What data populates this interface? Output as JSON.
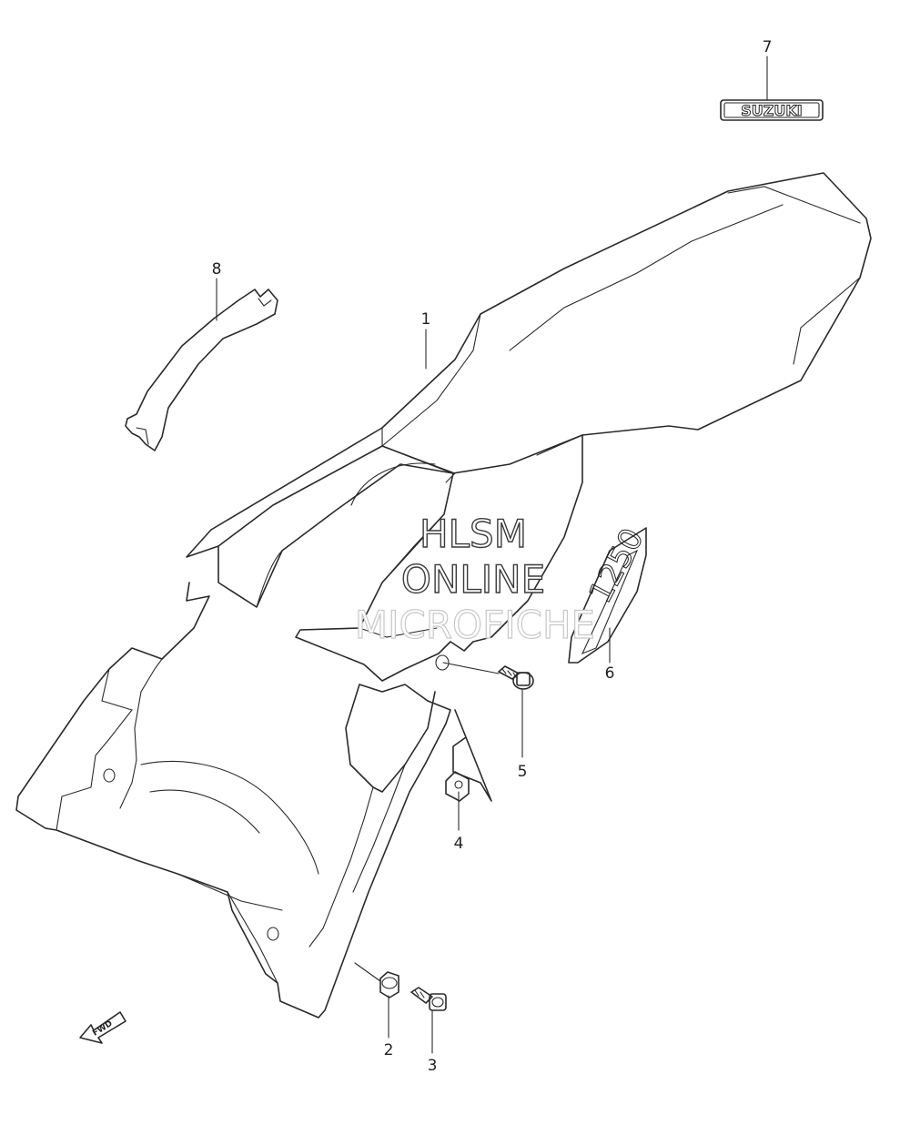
{
  "diagram": {
    "callouts": [
      "1",
      "2",
      "3",
      "4",
      "5",
      "6",
      "7",
      "8"
    ],
    "emblem_text": "SUZUKI",
    "fwd_label": "FWD",
    "watermark": [
      "HLSM",
      "ONLINE",
      "MICROFICHE"
    ]
  }
}
